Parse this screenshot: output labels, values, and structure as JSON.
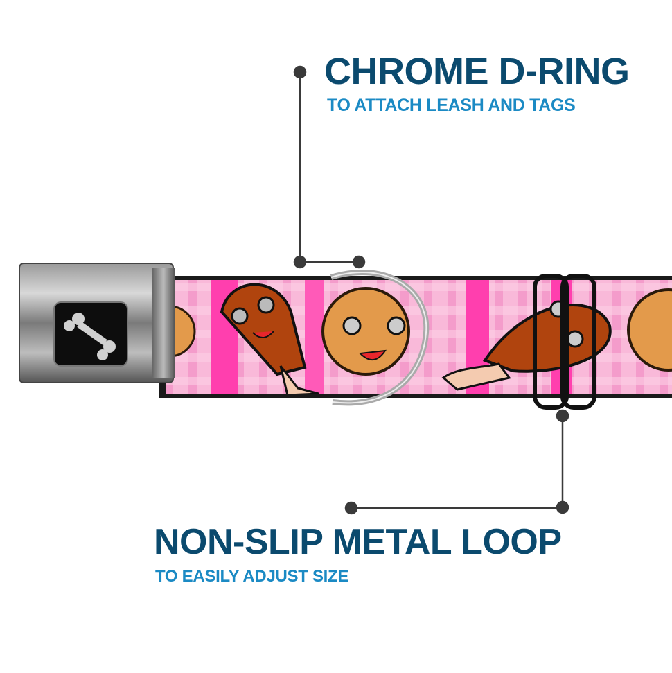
{
  "callouts": [
    {
      "title": "CHROME D-RING",
      "subtitle": "TO ATTACH LEASH AND TAGS"
    },
    {
      "title": "NON-SLIP METAL LOOP",
      "subtitle": "TO EASILY ADJUST SIZE"
    }
  ],
  "product": {
    "buckle_icon": "bone-icon",
    "pattern": "chicken-and-waffles",
    "colors": {
      "title": "#0b4a6e",
      "subtitle": "#1b8ac4",
      "leader": "#3a3a3a",
      "strap_pink": "#f7a8cf",
      "strap_stripe": "#ff3fae",
      "waffle": "#e39a4b",
      "chicken": "#b0440e"
    }
  }
}
